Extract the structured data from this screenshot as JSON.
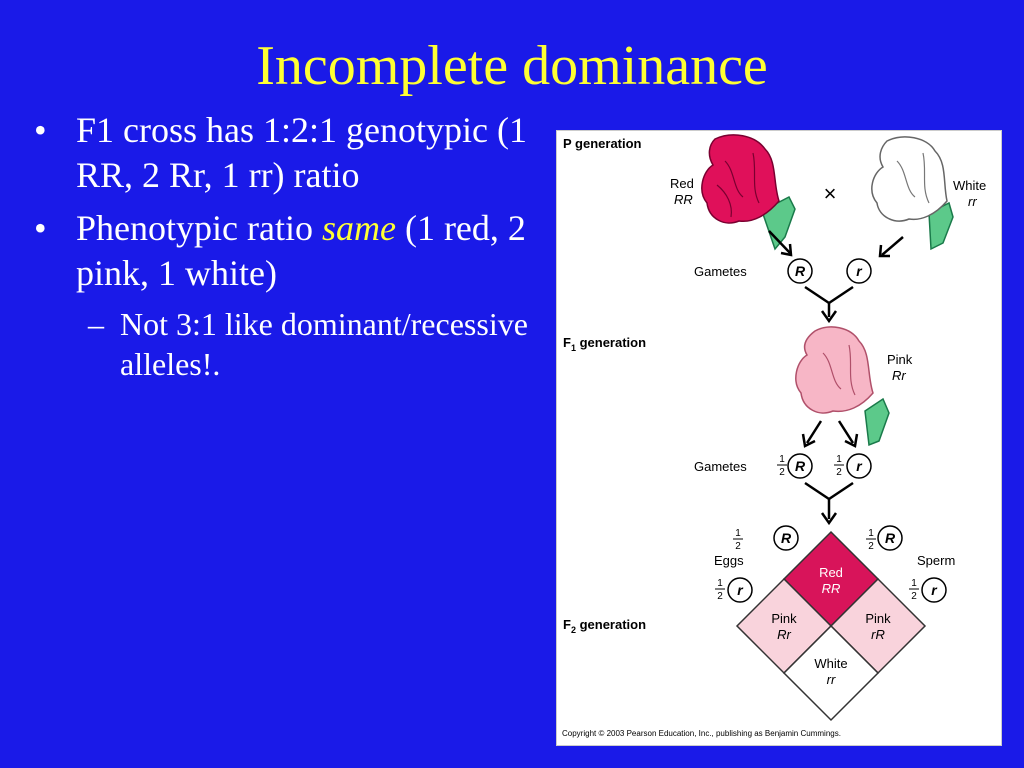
{
  "slide": {
    "title": "Incomplete dominance",
    "bullet1_text": "F1 cross has 1:2:1 genotypic (1 RR, 2 Rr, 1 rr) ratio",
    "bullet2_before": "Phenotypic ratio ",
    "bullet2_emph": "same",
    "bullet2_after": " (1 red, 2 pink, 1 white)",
    "sub_bullet_text": "Not 3:1 like dominant/recessive alleles!.",
    "bullet_glyph": "•",
    "dash_glyph": "–"
  },
  "figure": {
    "p_generation": "P generation",
    "f1_label_prefix": "F",
    "f1_label_sub": "1",
    "f1_label_suffix": " generation",
    "f2_label_prefix": "F",
    "f2_label_sub": "2",
    "f2_label_suffix": " generation",
    "red_label": "Red",
    "red_genotype": "RR",
    "white_label": "White",
    "white_genotype": "rr",
    "cross_symbol": "×",
    "gametes_label": "Gametes",
    "allele_R": "R",
    "allele_r": "r",
    "pink_label": "Pink",
    "pink_genotype": "Rr",
    "half_num": "1",
    "half_den": "2",
    "eggs_label": "Eggs",
    "sperm_label": "Sperm",
    "punnett": {
      "top_label": "Red",
      "top_genotype": "RR",
      "left_label": "Pink",
      "left_genotype": "Rr",
      "right_label": "Pink",
      "right_genotype": "rR",
      "bottom_label": "White",
      "bottom_genotype": "rr"
    },
    "copyright": "Copyright © 2003 Pearson Education, Inc., publishing as Benjamin Cummings."
  },
  "colors": {
    "background": "#1a1ae8",
    "title": "#ffff33",
    "red_flower": "#e0105a",
    "pink_flower": "#f7b6c6",
    "green_stem": "#5cc98a",
    "red_cell": "#d8145a",
    "pink_cell": "#f9d3dc"
  }
}
